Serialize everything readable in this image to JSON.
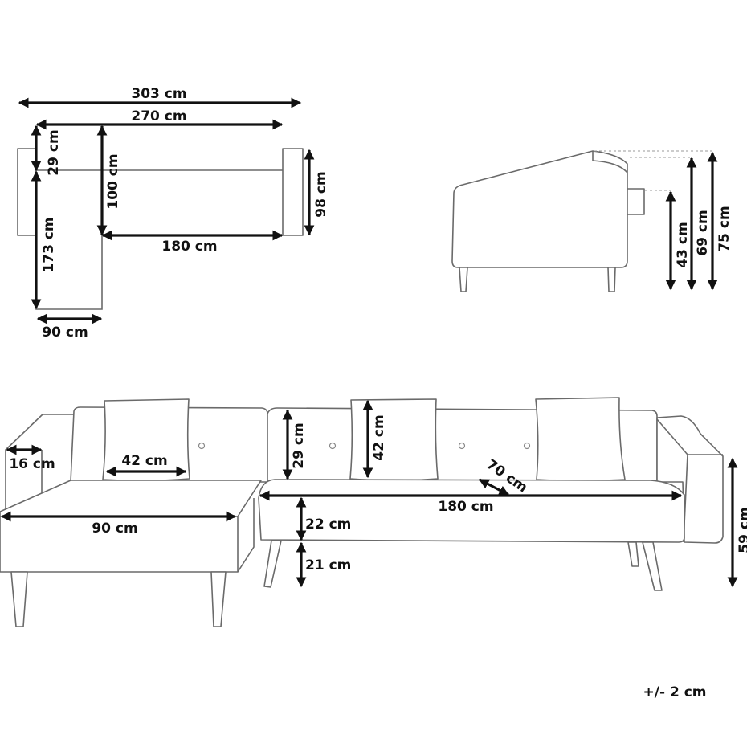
{
  "top_view": {
    "overall_width": "303 cm",
    "inner_width": "270 cm",
    "back_depth": "29 cm",
    "total_depth": "100 cm",
    "arm_depth": "98 cm",
    "seat_width": "180 cm",
    "chaise_length": "173 cm",
    "chaise_width": "90 cm"
  },
  "side_view": {
    "seat_height": "43 cm",
    "arm_height": "69 cm",
    "total_height": "75 cm"
  },
  "front_view": {
    "arm_width": "16 cm",
    "pillow_width": "42 cm",
    "backrest_height": "29 cm",
    "pillow_height": "42 cm",
    "seat_depth": "70 cm",
    "seat_width": "180 cm",
    "seat_thickness": "22 cm",
    "leg_height": "21 cm",
    "chaise_width": "90 cm",
    "arm_height": "59 cm"
  },
  "tolerance": "+/- 2 cm"
}
